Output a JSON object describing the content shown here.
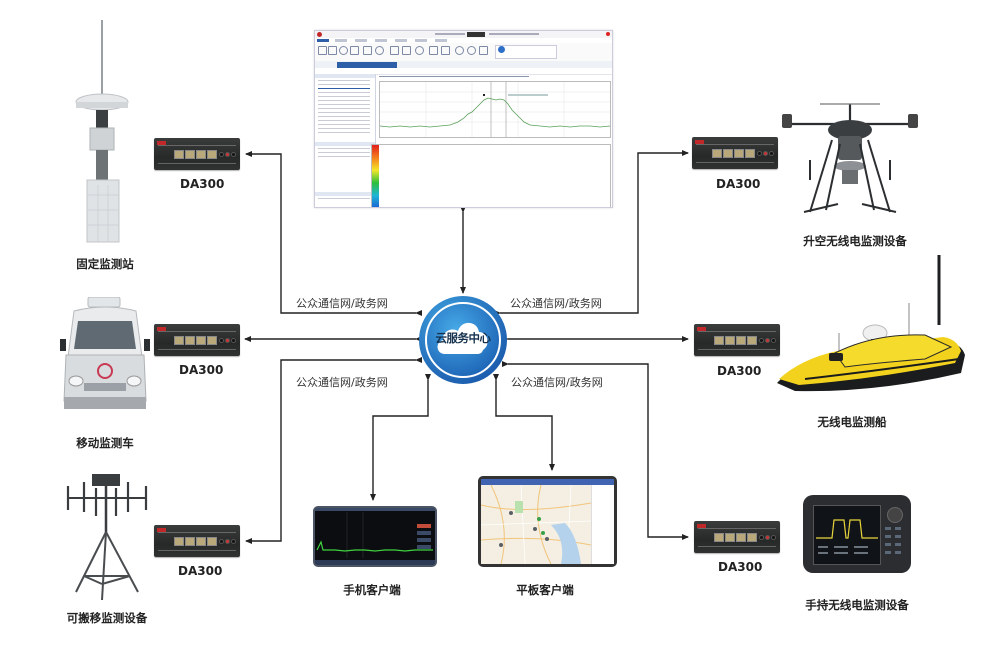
{
  "diagram": {
    "center": {
      "label": "云服务中心",
      "icon": "cloud-icon",
      "colors": {
        "outer": "#1d5fb0",
        "inner": "#46a9e6",
        "text": "#16324f"
      }
    },
    "network_label": "公众通信网/政务网",
    "network_labels": [
      "公众通信网/政务网",
      "公众通信网/政务网",
      "公众通信网/政务网",
      "公众通信网/政务网"
    ],
    "gateway_label": "DA300",
    "left_nodes": [
      {
        "label": "固定监测站",
        "gateway": "DA300",
        "icon": "fixed-monitoring-station-icon"
      },
      {
        "label": "移动监测车",
        "gateway": "DA300",
        "icon": "mobile-monitoring-vehicle-icon"
      },
      {
        "label": "可搬移监测设备",
        "gateway": "DA300",
        "icon": "portable-monitoring-equipment-icon"
      }
    ],
    "right_nodes": [
      {
        "label": "升空无线电监测设备",
        "gateway": "DA300",
        "icon": "drone-icon"
      },
      {
        "label": "无线电监测船",
        "gateway": "DA300",
        "icon": "monitoring-boat-icon"
      },
      {
        "label": "手持无线电监测设备",
        "gateway": "DA300",
        "icon": "handheld-analyzer-icon"
      }
    ],
    "bottom_nodes": [
      {
        "label": "手机客户端",
        "icon": "phone-client-icon"
      },
      {
        "label": "平板客户端",
        "icon": "tablet-client-icon"
      }
    ],
    "top_node": {
      "label": "",
      "icon": "desktop-software-screenshot-icon"
    }
  },
  "colors": {
    "background": "#ffffff",
    "connector": "#222222",
    "label": "#222222",
    "boat_yellow": "#f2d21c",
    "spectrum_green": "#5aa05a"
  }
}
